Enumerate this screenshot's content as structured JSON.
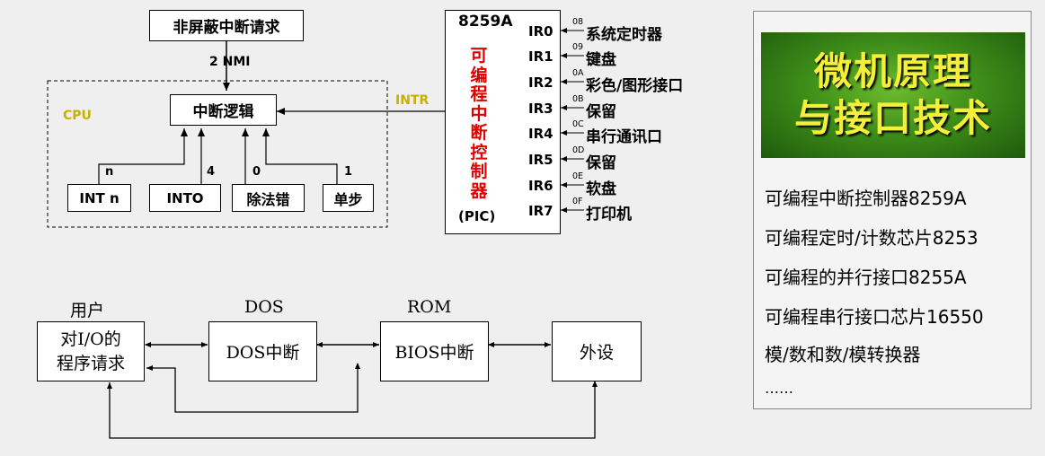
{
  "top_diagram": {
    "nmi_source": "非屏蔽中断请求",
    "nmi_label": "2  NMI",
    "interrupt_logic": "中断逻辑",
    "cpu_label": "CPU",
    "intr_label": "INTR",
    "sources": [
      {
        "box": "INT n",
        "num": "n"
      },
      {
        "box": "INTO",
        "num": "4"
      },
      {
        "box": "除法错",
        "num": "0"
      },
      {
        "box": "单步",
        "num": "1"
      }
    ],
    "pic": {
      "title": "8259A",
      "vertical_text": [
        "可",
        "编",
        "程",
        "中",
        "断",
        "控",
        "制",
        "器"
      ],
      "subtitle": "(PIC)",
      "lines": [
        {
          "ir": "IR0",
          "code": "08",
          "device": "系统定时器"
        },
        {
          "ir": "IR1",
          "code": "09",
          "device": "键盘"
        },
        {
          "ir": "IR2",
          "code": "0A",
          "device": "彩色/图形接口"
        },
        {
          "ir": "IR3",
          "code": "0B",
          "device": "保留"
        },
        {
          "ir": "IR4",
          "code": "0C",
          "device": "串行通讯口"
        },
        {
          "ir": "IR5",
          "code": "0D",
          "device": "保留"
        },
        {
          "ir": "IR6",
          "code": "0E",
          "device": "软盘"
        },
        {
          "ir": "IR7",
          "code": "0F",
          "device": "打印机"
        }
      ]
    }
  },
  "bottom_diagram": {
    "user_label": "用户",
    "user_box": [
      "对I/O的",
      "程序请求"
    ],
    "dos_label": "DOS",
    "dos_box": "DOS中断",
    "rom_label": "ROM",
    "bios_box": "BIOS中断",
    "device_box": "外设"
  },
  "right_panel": {
    "banner_lines": [
      "微机原理",
      "与接口技术"
    ],
    "items": [
      "可编程中断控制器8259A",
      "可编程定时/计数芯片8253",
      "可编程的并行接口8255A",
      "可编程串行接口芯片16550",
      "模/数和数/模转换器",
      "……"
    ]
  }
}
